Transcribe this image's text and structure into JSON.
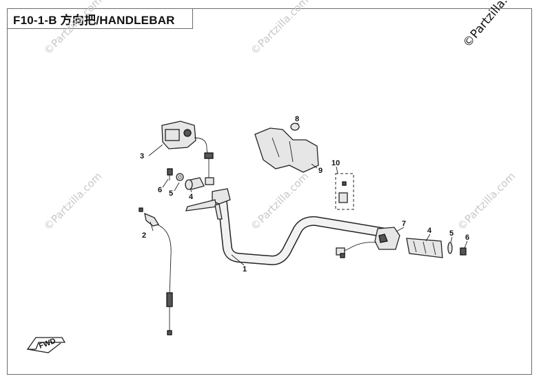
{
  "title": "F10-1-B 方向把/HANDLEBAR",
  "watermark": "©Partzilla.com",
  "corner_watermark": "©Partzilla.com",
  "fwd_label": "FWD",
  "callouts": {
    "c1": "1",
    "c2": "2",
    "c3": "3",
    "c4a": "4",
    "c4b": "4",
    "c5a": "5",
    "c5b": "5",
    "c6a": "6",
    "c6b": "6",
    "c7": "7",
    "c8": "8",
    "c9": "9",
    "c10": "10"
  }
}
